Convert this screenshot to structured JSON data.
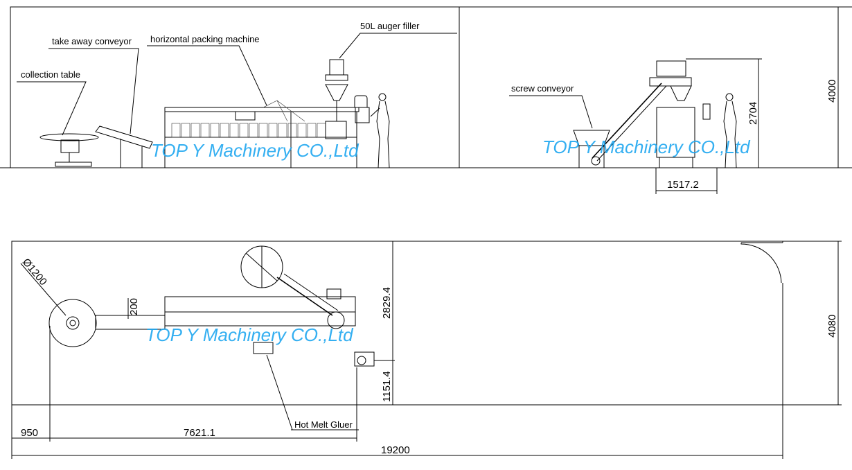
{
  "labels": {
    "collection_table": "collection table",
    "take_away_conveyor": "take away conveyor",
    "horizontal_packing_machine": "horizontal packing machine",
    "auger_filler": "50L auger filler",
    "screw_conveyor": "screw conveyor",
    "hot_melt_gluer": "Hot Melt Gluer"
  },
  "watermark": "TOP Y Machinery CO.,Ltd",
  "dimensions": {
    "height_total": "4000",
    "height_filler": "2704",
    "width_side": "1517.2",
    "plan_width": "4080",
    "plan_upper": "2829.4",
    "plan_lower": "1151.4",
    "table_diameter": "Ø1200",
    "conveyor_width": "200",
    "offset_left": "950",
    "machine_length": "7621.1",
    "total_length": "19200"
  },
  "colors": {
    "line": "#000000",
    "watermark": "#1ea6f0"
  }
}
